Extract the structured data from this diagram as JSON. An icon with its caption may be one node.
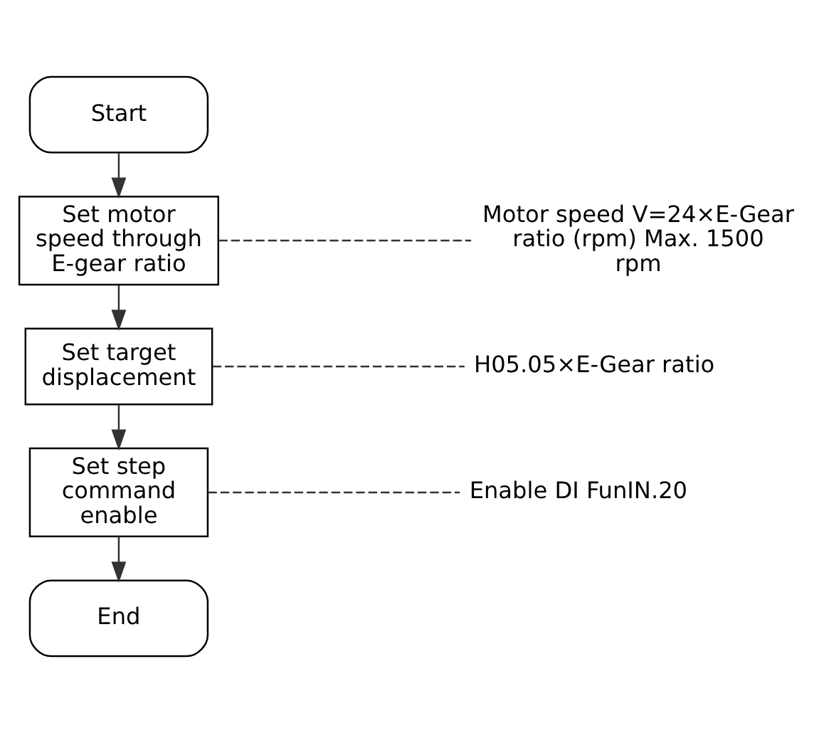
{
  "diagram": {
    "nodes": [
      {
        "text": [
          "Start"
        ]
      },
      {
        "text": [
          "Set motor speed through E-gear ratio"
        ]
      },
      {
        "text": [
          "Set target displacement"
        ]
      },
      {
        "text": [
          "Set step command enable"
        ]
      },
      {
        "text": [
          "End"
        ]
      },
      {
        "text": [
          "Motor speed V=24×E-Gear ratio (rpm) Max. 1500 rpm"
        ]
      },
      {
        "text": [
          "H05.05×E-Gear ratio"
        ]
      },
      {
        "text": [
          "Enable DI FunIN.20"
        ]
      }
    ],
    "edges": [
      {
        "from": 0,
        "to": 1,
        "arrow": "to"
      },
      {
        "from": 1,
        "to": 2,
        "arrow": "to"
      },
      {
        "from": 2,
        "to": 3,
        "arrow": "to"
      },
      {
        "from": 3,
        "to": 4,
        "arrow": "to"
      },
      {
        "from": 1,
        "to": 5,
        "arrow": "none",
        "style": "dashed"
      },
      {
        "from": 2,
        "to": 6,
        "arrow": "none",
        "style": "dashed"
      },
      {
        "from": 3,
        "to": 7,
        "arrow": "none",
        "style": "dashed"
      }
    ]
  }
}
